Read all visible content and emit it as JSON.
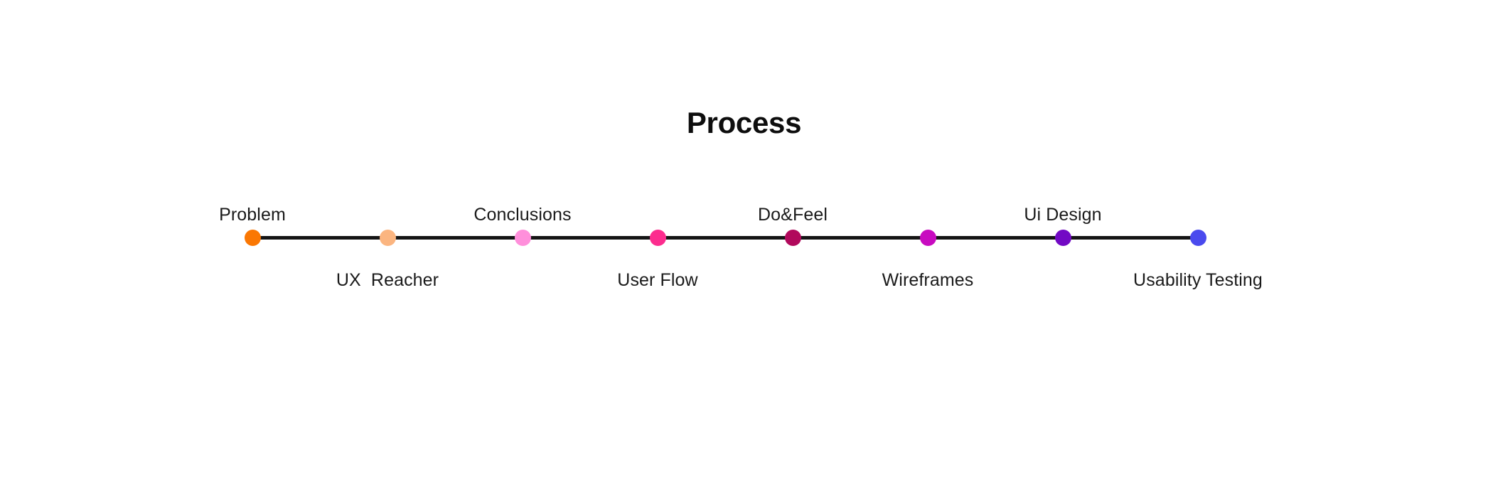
{
  "title": "Process",
  "timeline": {
    "axis_color": "#151515",
    "steps": [
      {
        "label": "Problem",
        "color": "#FA7703",
        "position": "above"
      },
      {
        "label": "UX  Reacher",
        "color": "#FBB580",
        "position": "below"
      },
      {
        "label": "Conclusions",
        "color": "#FF8FDB",
        "position": "above"
      },
      {
        "label": "User Flow",
        "color": "#FC2C8E",
        "position": "below"
      },
      {
        "label": "Do&Feel",
        "color": "#B1095C",
        "position": "above"
      },
      {
        "label": "Wireframes",
        "color": "#C80BC0",
        "position": "below"
      },
      {
        "label": "Ui Design",
        "color": "#7209C4",
        "position": "above"
      },
      {
        "label": "Usability Testing",
        "color": "#4A4AEE",
        "position": "below"
      }
    ]
  },
  "chart_data": {
    "type": "timeline",
    "title": "Process",
    "categories": [
      "Problem",
      "UX  Reacher",
      "Conclusions",
      "User Flow",
      "Do&Feel",
      "Wireframes",
      "Ui Design",
      "Usability Testing"
    ],
    "values": [
      1,
      2,
      3,
      4,
      5,
      6,
      7,
      8
    ],
    "colors": [
      "#FA7703",
      "#FBB580",
      "#FF8FDB",
      "#FC2C8E",
      "#B1095C",
      "#C80BC0",
      "#7209C4",
      "#4A4AEE"
    ],
    "label_positions": [
      "above",
      "below",
      "above",
      "below",
      "above",
      "below",
      "above",
      "below"
    ],
    "xlabel": "",
    "ylabel": "",
    "grid": false,
    "legend": "none"
  }
}
